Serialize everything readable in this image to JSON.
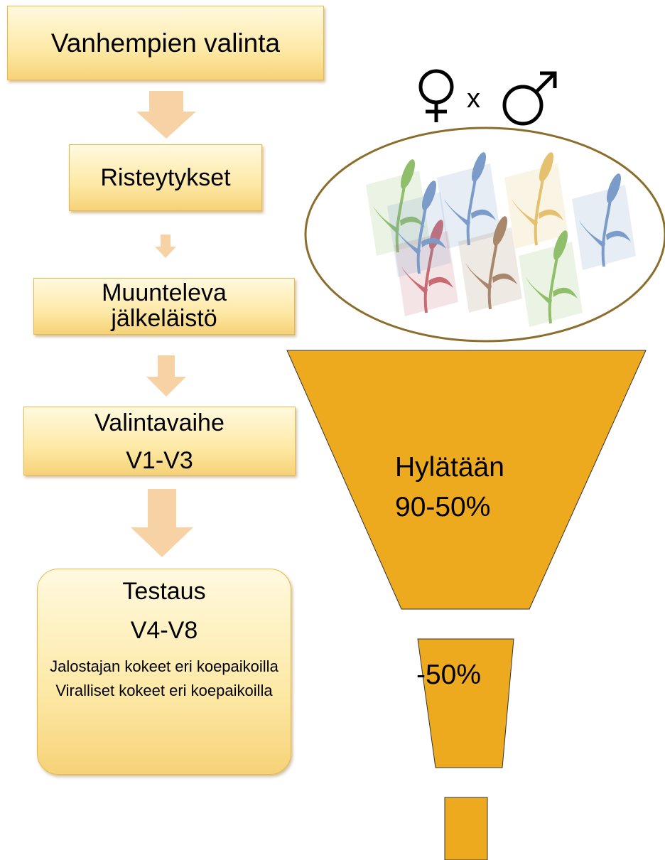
{
  "steps": [
    {
      "label": "Vanhempien valinta"
    },
    {
      "label": "Risteytykset"
    },
    {
      "label": "Muunteleva jälkeläistö",
      "line1": "Muunteleva",
      "line2": "jälkeläistö"
    },
    {
      "label": "Valintavaihe",
      "sub": "V1-V3"
    },
    {
      "label": "Testaus",
      "sub": "V4-V8",
      "notes": [
        "Jalostajan kokeet eri koepaikoilla",
        "Viralliset kokeet eri koepaikoilla"
      ]
    }
  ],
  "crossing": {
    "symbols": "♀ x ♂",
    "cross_label": "x"
  },
  "funnel": {
    "stage1": {
      "line1": "Hylätään",
      "line2": "90-50%"
    },
    "stage2": {
      "label": "-50%"
    }
  },
  "colors": {
    "arrow": "#f7d2a5",
    "funnel": "#eeaa1f",
    "ellipse_border": "#8b6d2c",
    "box_border": "#e8b94a"
  },
  "plant_colors": [
    "#8fbf6a",
    "#7b9cc8",
    "#e5c06f",
    "#7b9cc8",
    "#c96a72",
    "#a8876c",
    "#8fbf6a",
    "#7b9cc8"
  ]
}
